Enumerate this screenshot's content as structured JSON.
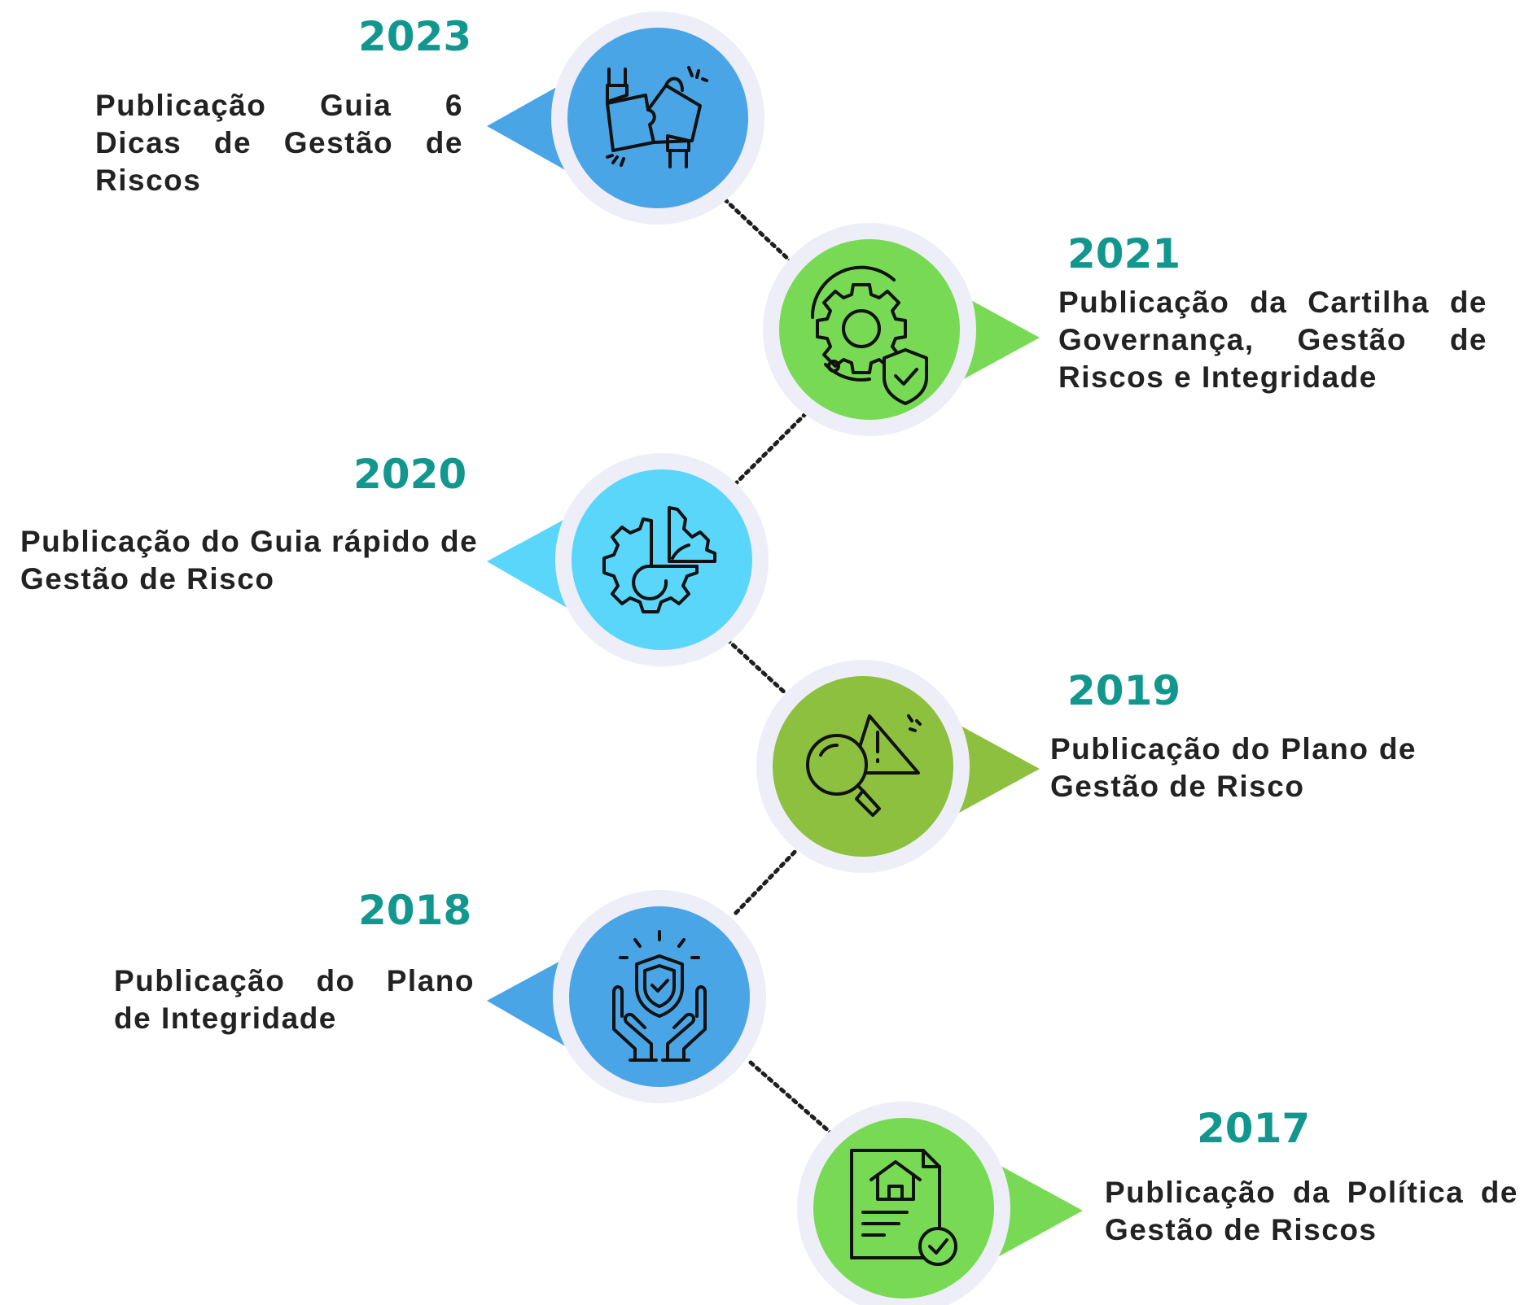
{
  "colors": {
    "year_text": "#12978f",
    "description_text": "#222222",
    "connector": "#1f1f1f",
    "ring": "#eeeef8",
    "icon_stroke": "#111111"
  },
  "events": [
    {
      "year": "2023",
      "description": "Publicação Guia 6 Dicas de Gestão de Riscos",
      "color": "#4aa5e6",
      "icon": "puzzle-hands-icon",
      "side": "left"
    },
    {
      "year": "2021",
      "description": "Publicação da Cartilha de Governança, Gestão de Riscos e Integridade",
      "color": "#78da54",
      "icon": "gear-shield-icon",
      "side": "right"
    },
    {
      "year": "2020",
      "description": "Publicação do Guia rápido de Gestão de Risco",
      "color": "#5bd6fb",
      "icon": "gear-pie-chart-icon",
      "side": "left"
    },
    {
      "year": "2019",
      "description": "Publicação do Plano de Gestão de Risco",
      "color": "#8dc03e",
      "icon": "magnifier-warning-icon",
      "side": "right"
    },
    {
      "year": "2018",
      "description": "Publicação do Plano de Integridade",
      "color": "#4aa5e6",
      "icon": "hands-shield-icon",
      "side": "left"
    },
    {
      "year": "2017",
      "description": "Publicação da Política de Gestão de Riscos",
      "color": "#78da54",
      "icon": "document-house-icon",
      "side": "right"
    }
  ]
}
